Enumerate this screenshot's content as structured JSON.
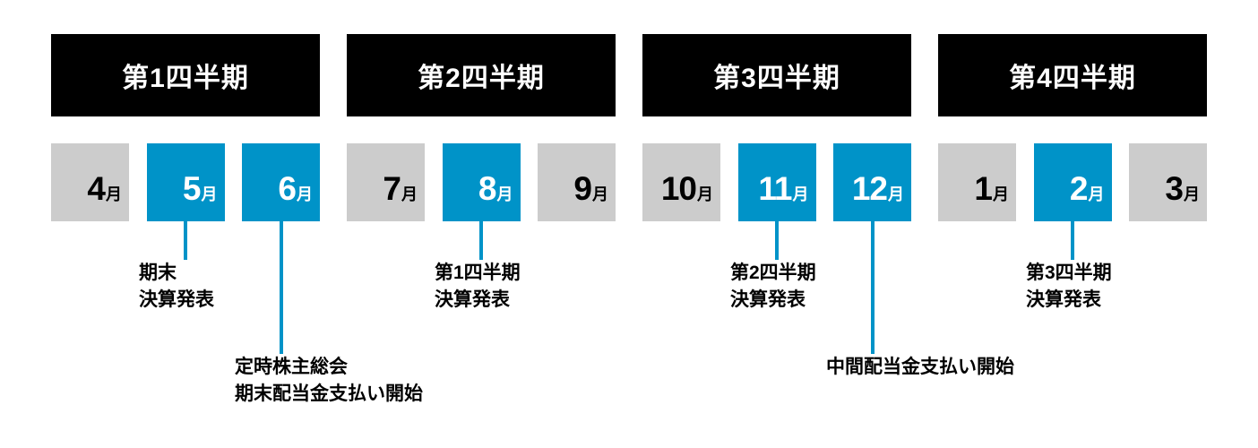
{
  "diagram": {
    "title_semantic": "fiscal-year-ir-calendar",
    "colors": {
      "header_bg": "#000000",
      "header_text": "#ffffff",
      "month_default_bg": "#cccccc",
      "month_default_text": "#000000",
      "month_highlight_bg": "#0093c8",
      "month_highlight_text": "#ffffff",
      "connector": "#0093c8",
      "annotation_text": "#000000",
      "page_bg": "#ffffff"
    },
    "month_suffix": "月"
  },
  "quarters": [
    {
      "label": "第1四半期",
      "months": [
        {
          "num": "4",
          "suffix": "月",
          "highlight": false
        },
        {
          "num": "5",
          "suffix": "月",
          "highlight": true
        },
        {
          "num": "6",
          "suffix": "月",
          "highlight": true
        }
      ]
    },
    {
      "label": "第2四半期",
      "months": [
        {
          "num": "7",
          "suffix": "月",
          "highlight": false
        },
        {
          "num": "8",
          "suffix": "月",
          "highlight": true
        },
        {
          "num": "9",
          "suffix": "月",
          "highlight": false
        }
      ]
    },
    {
      "label": "第3四半期",
      "months": [
        {
          "num": "10",
          "suffix": "月",
          "highlight": false
        },
        {
          "num": "11",
          "suffix": "月",
          "highlight": true
        },
        {
          "num": "12",
          "suffix": "月",
          "highlight": true
        }
      ]
    },
    {
      "label": "第4四半期",
      "months": [
        {
          "num": "1",
          "suffix": "月",
          "highlight": false
        },
        {
          "num": "2",
          "suffix": "月",
          "highlight": true
        },
        {
          "num": "3",
          "suffix": "月",
          "highlight": false
        }
      ]
    }
  ],
  "annotations": [
    {
      "month": "5",
      "text": "期末\n決算発表"
    },
    {
      "month": "6",
      "text": "定時株主総会\n期末配当金支払い開始"
    },
    {
      "month": "8",
      "text": "第1四半期\n決算発表"
    },
    {
      "month": "11",
      "text": "第2四半期\n決算発表"
    },
    {
      "month": "12",
      "text": "中間配当金支払い開始"
    },
    {
      "month": "2",
      "text": "第3四半期\n決算発表"
    }
  ]
}
